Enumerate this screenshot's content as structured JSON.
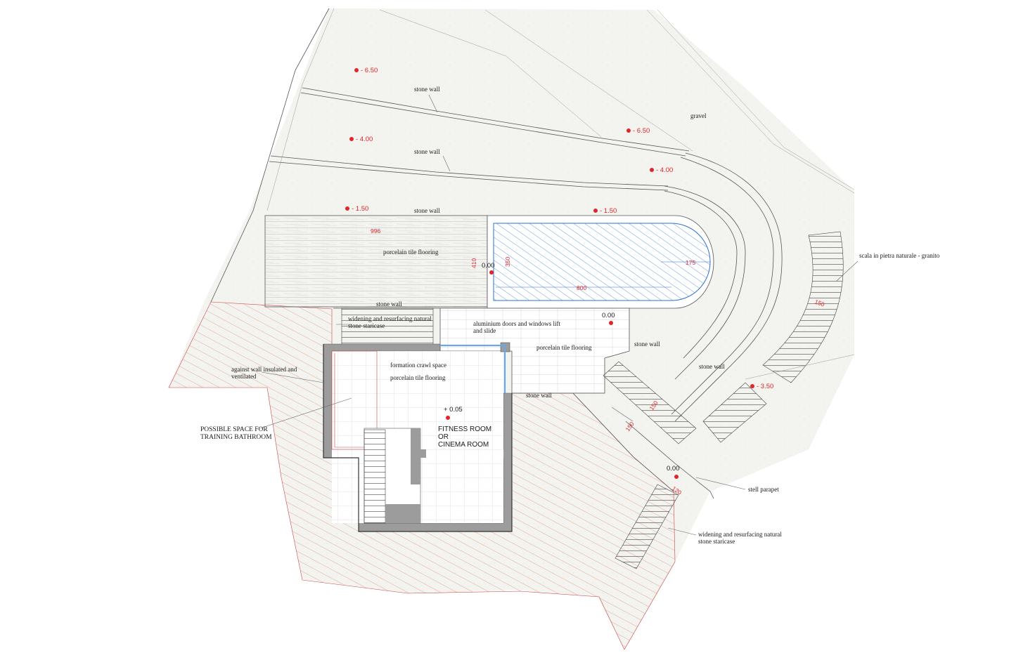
{
  "colors": {
    "terrain": "#f3f3ef",
    "hatch_red": "#e0735f",
    "pool_blue": "#2f6fcf",
    "wall_gray": "#9c9c9c",
    "level_red": "#e0262a",
    "glass_blue": "#6aa7e8"
  },
  "labels": {
    "stone_wall_1": "stone wall",
    "stone_wall_2": "stone wall",
    "stone_wall_3": "stone wall",
    "stone_wall_4": "stone wall",
    "stone_wall_5": "stone wall",
    "stone_wall_6": "stone wall",
    "stone_wall_7": "stone wall",
    "gravel": "gravel",
    "porcelain_1": "porcelain tile flooring",
    "porcelain_2": "porcelain tile flooring",
    "porcelain_3": "porcelain tile flooring",
    "widening_1_l1": "widening  and resurfacing natural",
    "widening_1_l2": "stone staricase",
    "widening_2_l1": "widening  and resurfacing natural",
    "widening_2_l2": "stone staricase",
    "aluminium_l1": "aluminium doors and windows lift",
    "aluminium_l2": "and slide",
    "crawl": "formation crawl space",
    "against_l1": "against wall insulated and",
    "against_l2": "ventilated",
    "possible_l1": "POSSIBLE SPACE FOR",
    "possible_l2": "TRAINING BATHROOM",
    "fitness_l1": "FITNESS ROOM",
    "fitness_l2": "OR",
    "fitness_l3": "CINEMA ROOM",
    "scala": "scala in pietra naturale - granito",
    "parapet": "stell parapet"
  },
  "levels": {
    "l1": "- 6.50",
    "l2": "- 6.50",
    "l3": "- 4.00",
    "l4": "- 4.00",
    "l5": "- 1.50",
    "l6": "- 1.50",
    "l7": "0.00",
    "l8": "0.00",
    "l9": "+ 0.05",
    "l10": "- 3.50",
    "l11": "0.00"
  },
  "dimensions": {
    "d996": "996",
    "d410": "410",
    "d350": "350",
    "d800": "800",
    "d175": "175",
    "d150a": "150",
    "d150b": "150",
    "d150c": "150",
    "d120": "120"
  }
}
